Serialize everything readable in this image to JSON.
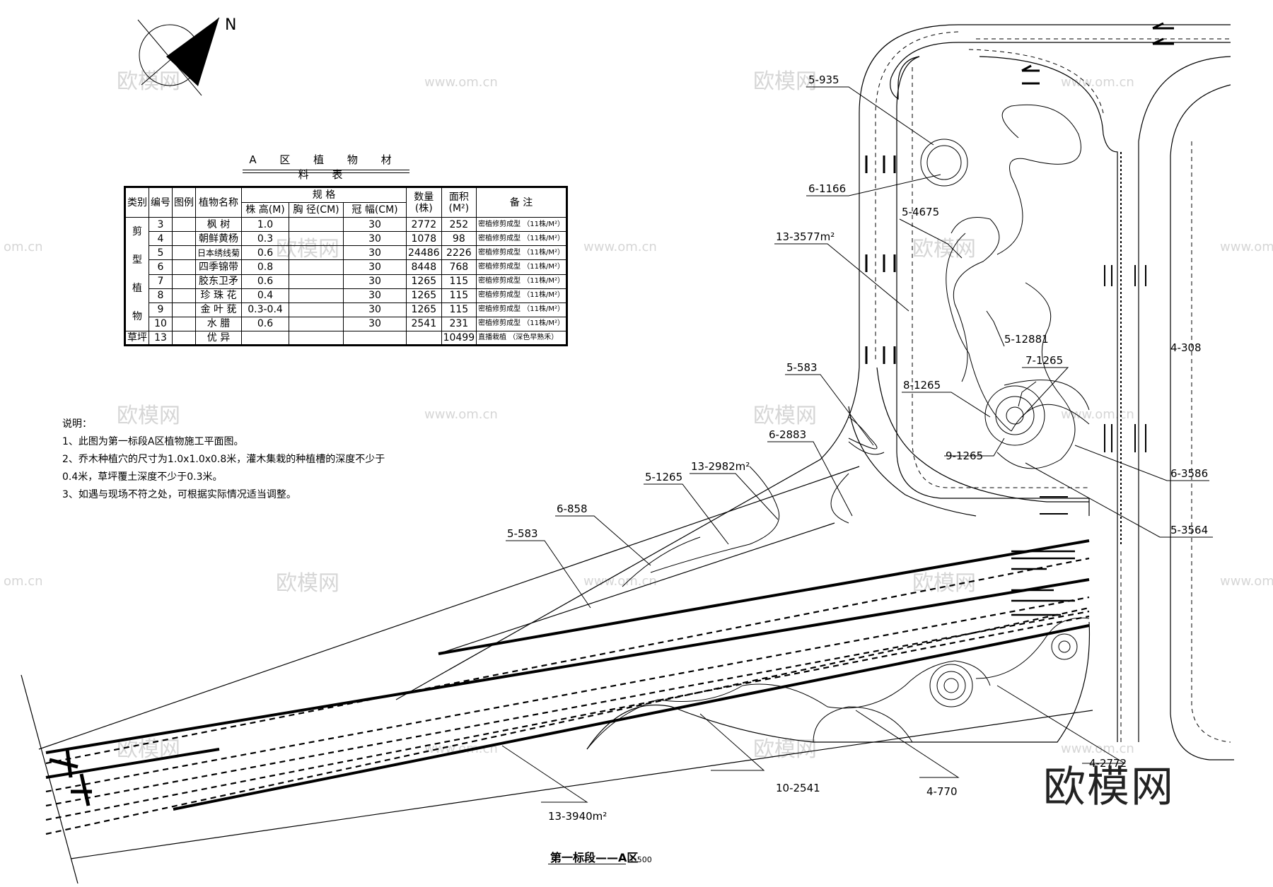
{
  "north_label": "N",
  "table": {
    "title": "A 区 植 物 材 料 表",
    "headers": {
      "category": "类别",
      "code": "编号",
      "legend": "图例",
      "name": "植物名称",
      "spec": "规 格",
      "height": "株 高(M)",
      "dbh": "胸 径(CM)",
      "crown": "冠 幅(CM)",
      "qty": "数量(株)",
      "area": "面积(M²)",
      "remark": "备 注"
    },
    "cat_pruned": [
      "剪",
      "型",
      "植",
      "物"
    ],
    "cat_lawn": "草坪",
    "rows": [
      {
        "code": "3",
        "name": "枫 树",
        "height": "1.0",
        "crown": "30",
        "qty": "2772",
        "area": "252",
        "remark": "密植修剪成型 （11株/M²）"
      },
      {
        "code": "4",
        "name": "朝鲜黄杨",
        "height": "0.3",
        "crown": "30",
        "qty": "1078",
        "area": "98",
        "remark": "密植修剪成型 （11株/M²）"
      },
      {
        "code": "5",
        "name": "日本绣线菊",
        "height": "0.6",
        "crown": "30",
        "qty": "24486",
        "area": "2226",
        "remark": "密植修剪成型 （11株/M²）"
      },
      {
        "code": "6",
        "name": "四季锦带",
        "height": "0.8",
        "crown": "30",
        "qty": "8448",
        "area": "768",
        "remark": "密植修剪成型 （11株/M²）"
      },
      {
        "code": "7",
        "name": "胶东卫矛",
        "height": "0.6",
        "crown": "30",
        "qty": "1265",
        "area": "115",
        "remark": "密植修剪成型 （11株/M²）"
      },
      {
        "code": "8",
        "name": "珍 珠 花",
        "height": "0.4",
        "crown": "30",
        "qty": "1265",
        "area": "115",
        "remark": "密植修剪成型 （11株/M²）"
      },
      {
        "code": "9",
        "name": "金 叶 莸",
        "height": "0.3-0.4",
        "crown": "30",
        "qty": "1265",
        "area": "115",
        "remark": "密植修剪成型 （11株/M²）"
      },
      {
        "code": "10",
        "name": "水 腊",
        "height": "0.6",
        "crown": "30",
        "qty": "2541",
        "area": "231",
        "remark": "密植修剪成型 （11株/M²）"
      }
    ],
    "lawn_row": {
      "code": "13",
      "name": "优 异",
      "area": "10499",
      "remark": "直播栽植 （深色早熟禾）"
    }
  },
  "notes": {
    "heading": "说明：",
    "items": [
      "1、此图为第一标段A区植物施工平面图。",
      "2、乔木种植穴的尺寸为1.0x1.0x0.8米，灌木集栽的种植槽的深度不少于",
      "0.4米，草坪覆土深度不少于0.3米。",
      "3、如遇与现场不符之处，可根据实际情况适当调整。"
    ]
  },
  "labels": [
    "5-935",
    "6-1166",
    "5-4675",
    "13-3577m²",
    "5-12881",
    "4-308",
    "7-1265",
    "8-1265",
    "5-583",
    "6-2883",
    "13-2982m²",
    "5-1265",
    "9-1265",
    "6-3586",
    "5-3564",
    "6-858",
    "5-583",
    "10-2541",
    "4-770",
    "13-3940m²",
    "4-2772"
  ],
  "sheet_title": "第一标段——A区",
  "scale": "1:500",
  "watermark_brand": "欧模网",
  "watermark_url": "www.om.cn",
  "watermark_url_partial": "om.cn"
}
